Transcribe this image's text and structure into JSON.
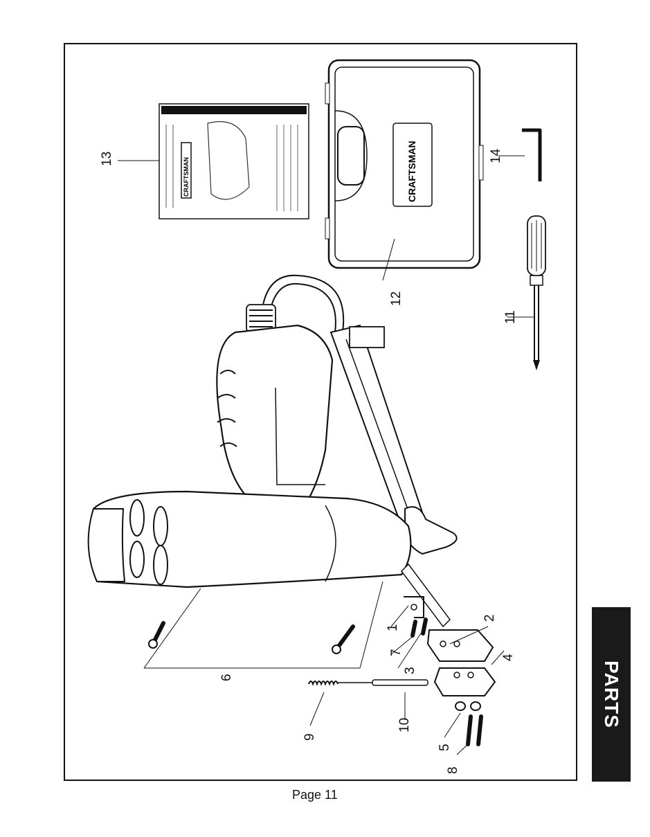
{
  "page": {
    "number_label": "Page 11",
    "section_tab": "PARTS"
  },
  "brand": {
    "case_logo": "CRAFTSMAN",
    "manual_logo": "CRAFTSMAN"
  },
  "callouts": [
    "1",
    "2",
    "3",
    "4",
    "5",
    "6",
    "7",
    "8",
    "9",
    "10",
    "11",
    "12",
    "13",
    "14"
  ]
}
